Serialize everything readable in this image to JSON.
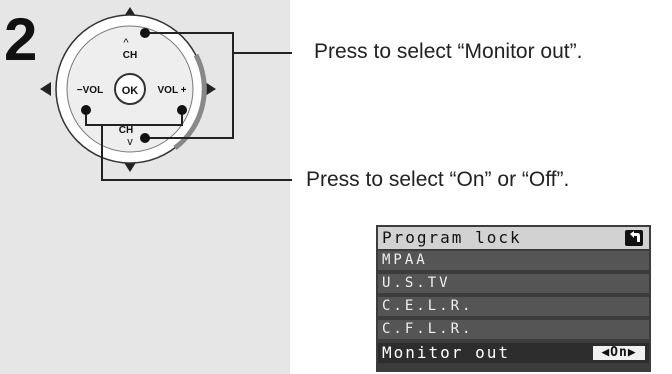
{
  "step_number": "2",
  "remote": {
    "ch_up_symbol": "^",
    "ch_up_label": "CH",
    "ch_down_label": "CH",
    "ch_down_symbol": "v",
    "vol_minus_label": "−VOL",
    "vol_plus_label": "VOL +",
    "ok_label": "OK"
  },
  "instructions": {
    "ch": "Press to select “Monitor out”.",
    "vol": "Press to select “On” or “Off”."
  },
  "menu": {
    "title": "Program lock",
    "back_icon": "return-arrow-icon",
    "items": [
      "MPAA",
      "U.S.TV",
      "C.E.L.R.",
      "C.F.L.R."
    ],
    "selected_label": "Monitor out",
    "selected_value": "On"
  }
}
